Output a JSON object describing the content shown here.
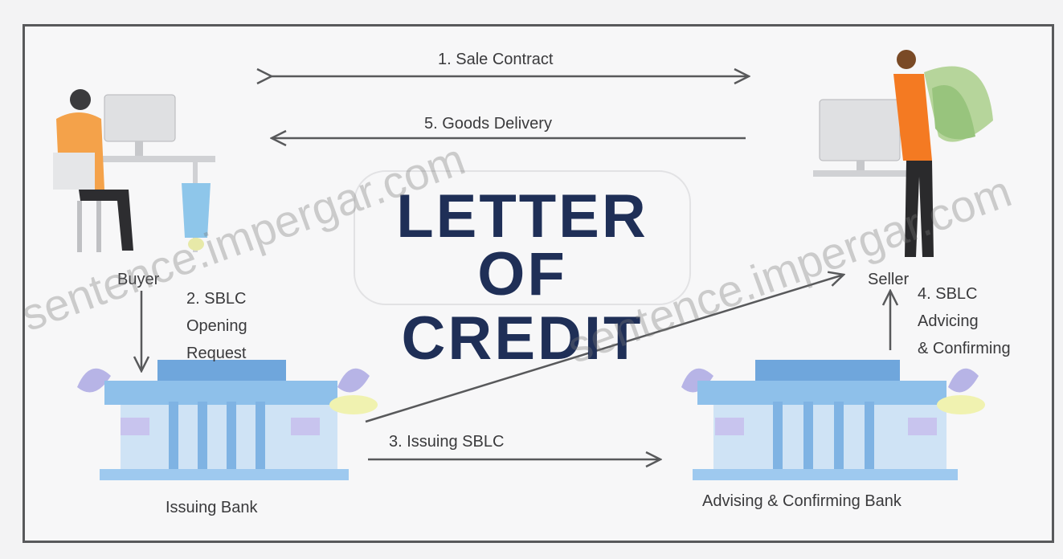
{
  "title": {
    "line1": "LETTER",
    "line2": "OF CREDIT"
  },
  "parties": {
    "buyer": "Buyer",
    "seller": "Seller",
    "issuing_bank": "Issuing Bank",
    "advising_bank": "Advising & Confirming Bank"
  },
  "steps": {
    "step1": "1. Sale Contract",
    "step5": "5. Goods Delivery",
    "step2": [
      "2. SBLC",
      "Opening",
      "Request"
    ],
    "step3": "3. Issuing SBLC",
    "step4": [
      "4. SBLC",
      "Advicing",
      "& Confirming"
    ]
  },
  "watermarks": [
    "sentence.impergar.com",
    "sentence.impergar.com"
  ],
  "colors": {
    "title": "#1f2f57",
    "arrow": "#58595b",
    "bank": "#9fc4e6",
    "bank_accent": "#8a88d0"
  }
}
